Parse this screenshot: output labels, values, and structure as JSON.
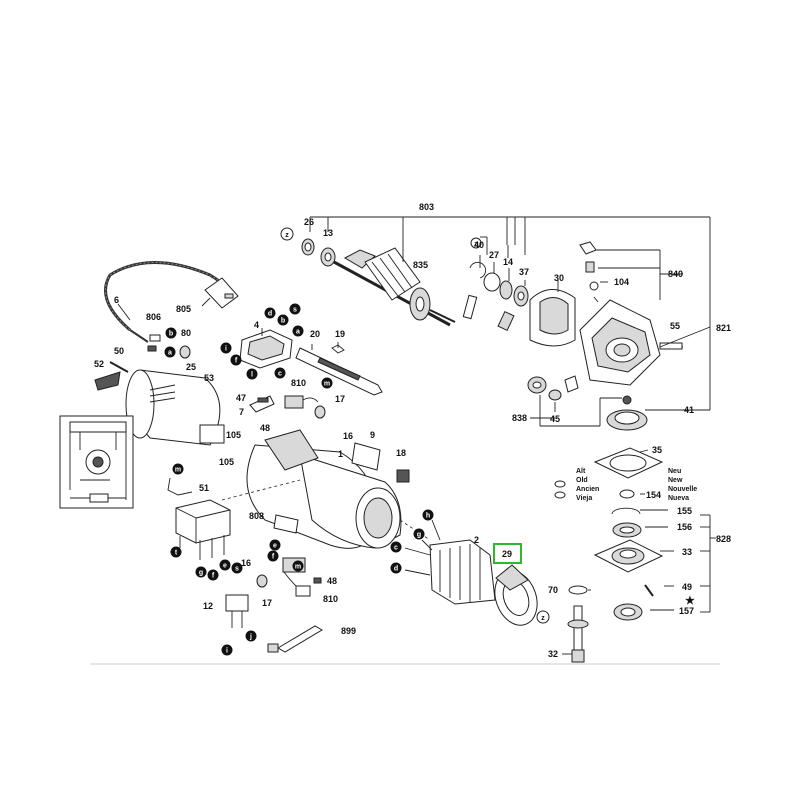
{
  "callouts": {
    "n803": "803",
    "n26": "26",
    "n13": "13",
    "n835": "835",
    "n40": "40",
    "n27": "27",
    "n14": "14",
    "n37": "37",
    "n30": "30",
    "n840": "840",
    "n104": "104",
    "n821": "821",
    "n55": "55",
    "n838": "838",
    "n45": "45",
    "n41": "41",
    "n6": "6",
    "n805": "805",
    "n806": "806",
    "n80": "80",
    "n4": "4",
    "n20": "20",
    "n19": "19",
    "n50": "50",
    "n52": "52",
    "n25": "25",
    "n53": "53",
    "n810a": "810",
    "n47": "47",
    "n7": "7",
    "n17a": "17",
    "n48a": "48",
    "n16a": "16",
    "n9": "9",
    "n105a": "105",
    "n105b": "105",
    "n1": "1",
    "n18": "18",
    "n51": "51",
    "n808": "808",
    "n16b": "16",
    "n48b": "48",
    "n17b": "17",
    "n810b": "810",
    "n12": "12",
    "n899": "899",
    "n2": "2",
    "n29": "29",
    "n35": "35",
    "n154": "154",
    "n155": "155",
    "n156": "156",
    "n828": "828",
    "n33": "33",
    "n70": "70",
    "n49": "49",
    "n157": "157",
    "n32": "32",
    "star": "★"
  },
  "letters": {
    "z": "z",
    "a": "a",
    "b": "b",
    "c": "c",
    "d": "d",
    "e": "e",
    "f": "f",
    "g": "g",
    "h": "h",
    "i": "i",
    "j": "j",
    "l": "l",
    "m": "m",
    "s": "s",
    "t": "t"
  },
  "legend": {
    "alt": [
      "Alt",
      "Old",
      "Ancien",
      "Vieja"
    ],
    "neu": [
      "Neu",
      "New",
      "Nouvelle",
      "Nueva"
    ]
  },
  "highlight": {
    "label": "29",
    "color": "#2db82d"
  }
}
